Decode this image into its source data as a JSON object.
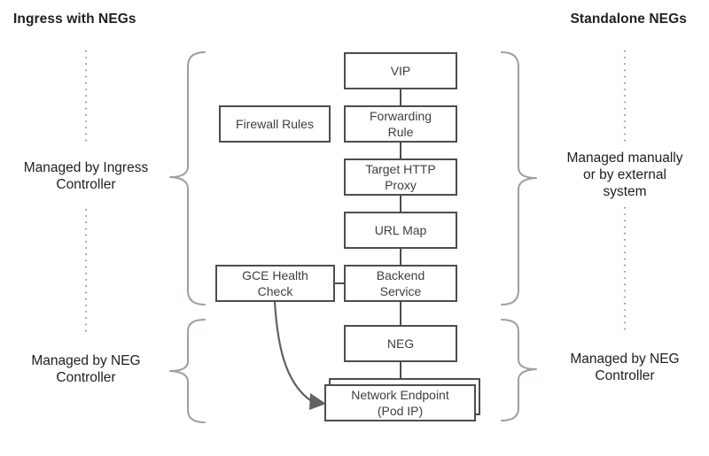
{
  "titles": {
    "left": "Ingress with NEGs",
    "right": "Standalone NEGs"
  },
  "side_labels": {
    "left_upper": "Managed by Ingress\nController",
    "left_lower": "Managed by NEG\nController",
    "right_upper": "Managed manually\nor by external\nsystem",
    "right_lower": "Managed by NEG\nController"
  },
  "nodes": {
    "vip": "VIP",
    "firewall_rules": "Firewall Rules",
    "forwarding_rule": "Forwarding\nRule",
    "target_http_proxy": "Target HTTP\nProxy",
    "url_map": "URL Map",
    "gce_health_check": "GCE Health\nCheck",
    "backend_service": "Backend\nService",
    "neg": "NEG",
    "network_endpoint": "Network Endpoint\n(Pod IP)"
  },
  "flow_order": [
    "VIP",
    "Forwarding Rule",
    "Target HTTP Proxy",
    "URL Map",
    "Backend Service",
    "NEG",
    "Network Endpoint (Pod IP)"
  ],
  "colors": {
    "box_border": "#4d4d4d",
    "box_text": "#3c4043",
    "connector": "#4d4d4d",
    "brace_and_dots": "#9aa0a6",
    "arrow": "#5f6368",
    "title_text": "#202124",
    "background": "#ffffff"
  }
}
